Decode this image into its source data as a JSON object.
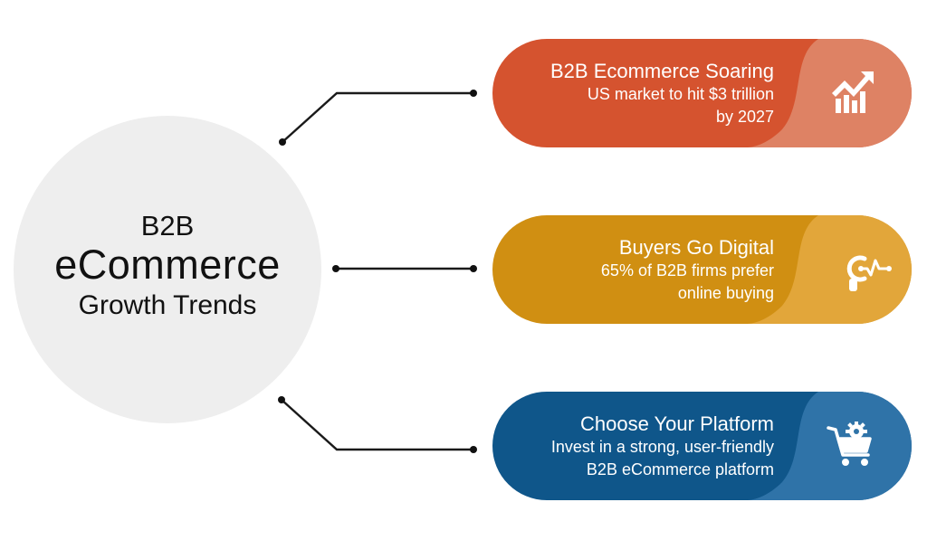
{
  "hub": {
    "line1": "B2B",
    "line2": "eCommerce",
    "line3": "Growth Trends",
    "color": "#eeeeee"
  },
  "cards": [
    {
      "title": "B2B Ecommerce Soaring",
      "desc_line1": "US market to hit $3 trillion",
      "desc_line2": "by 2027",
      "icon": "growth-chart-icon",
      "color": "#d5532f",
      "accent_color": "#de8264"
    },
    {
      "title": "Buyers Go Digital",
      "desc_line1": "65% of B2B firms prefer",
      "desc_line2": "online buying",
      "icon": "digital-insight-icon",
      "color": "#d08f12",
      "accent_color": "#e2a63a"
    },
    {
      "title": "Choose Your Platform",
      "desc_line1": "Invest in a strong, user-friendly",
      "desc_line2": "B2B eCommerce platform",
      "icon": "cart-gear-icon",
      "color": "#0f568a",
      "accent_color": "#2f73a8"
    }
  ]
}
